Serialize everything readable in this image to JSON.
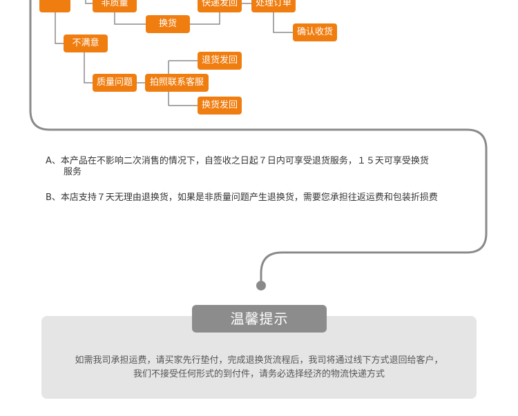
{
  "flow": {
    "not_quality": "非质量",
    "exchange": "换货",
    "express_return": "快递发回",
    "process_order": "处理订单",
    "confirm_receipt": "确认收货",
    "dissatisfied": "不满意",
    "quality_issue": "质量问题",
    "photo_contact": "拍照联系客服",
    "return_send_back": "退货发回",
    "exchange_send_back": "换货发回"
  },
  "policies": {
    "a_line1": "A、本产品在不影响二次消售的情况下，自签收之日起７日内可享受退货服务，１５天可享受换货",
    "a_line2": "服务",
    "b_line1": "B、本店支持７天无理由退换货，如果是非质量问题产生退换货，需要您承担往返运费和包装折损费"
  },
  "notice": {
    "title": "温馨提示",
    "line1": "如需我司承担运费，请买家先行垫付，完成退换货流程后，我司将通过线下方式退回给客户，",
    "line2": "我们不接受任何形式的到付件，请务必选择经济的物流快递方式"
  },
  "colors": {
    "accent": "#f07d0f",
    "frame": "#8a8a8a",
    "panel": "#e5e5e5",
    "title_badge": "#8c8c8c"
  }
}
